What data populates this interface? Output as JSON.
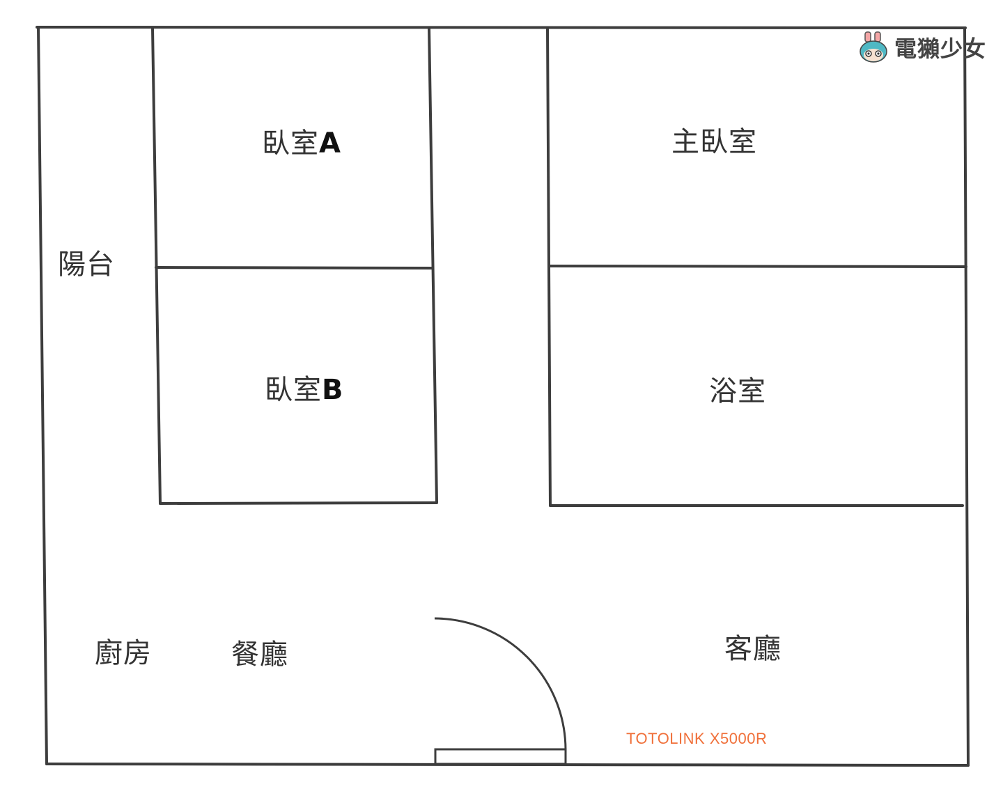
{
  "brand": {
    "name": "電獺少女",
    "icon": "otter-girl-mascot-icon"
  },
  "rooms": {
    "bedroom_a": {
      "label": "臥室",
      "suffix": "A"
    },
    "bedroom_b": {
      "label": "臥室",
      "suffix": "B"
    },
    "master_bedroom": {
      "label": "主臥室"
    },
    "bathroom": {
      "label": "浴室"
    },
    "balcony": {
      "label": "陽台"
    },
    "kitchen": {
      "label": "廚房"
    },
    "dining_room": {
      "label": "餐廳"
    },
    "living_room": {
      "label": "客廳"
    }
  },
  "router": {
    "label": "TOTOLINK X5000R",
    "color": "#f0703a"
  },
  "colors": {
    "wall": "#3d3d3d",
    "text": "#333333",
    "background": "#ffffff"
  }
}
